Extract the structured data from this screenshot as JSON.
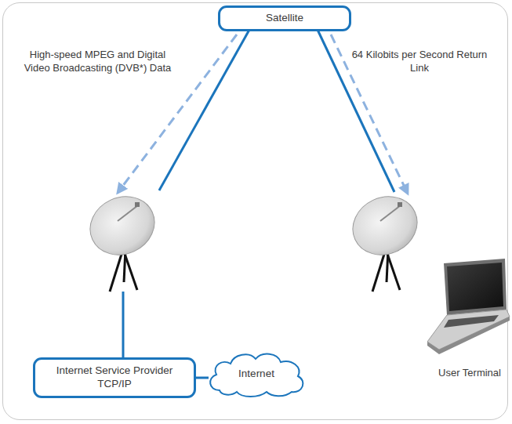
{
  "diagram": {
    "nodes": [
      {
        "text": [
          "Satellite"
        ]
      },
      {
        "text": [
          "Internet Service Provider TCP/IP"
        ]
      },
      {
        "text": [
          "Internet"
        ]
      }
    ],
    "edges": [
      {
        "from": 1,
        "to": 2,
        "arrow": "none"
      }
    ],
    "labels": [
      "High-speed MPEG and Digital Video Broadcasting (DVB*) Data",
      "64 Kilobits per Second Return Link",
      "User Terminal"
    ]
  }
}
